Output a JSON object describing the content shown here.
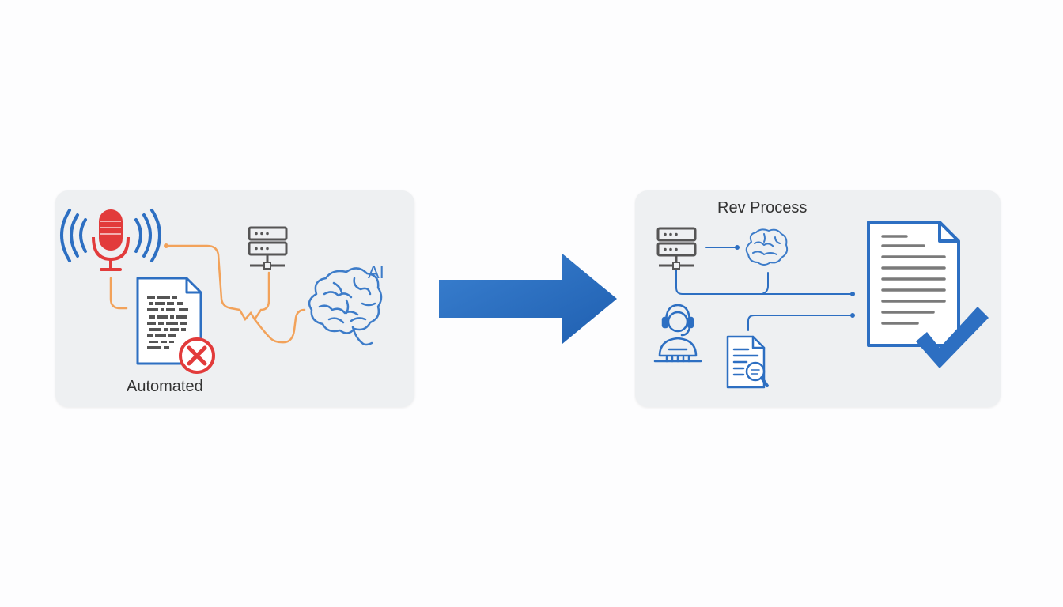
{
  "left_panel": {
    "label": "Automated",
    "ai_label": "AI",
    "icons": [
      "microphone-icon",
      "server-icon",
      "brain-icon",
      "garbled-document-icon",
      "error-x-icon"
    ]
  },
  "right_panel": {
    "title": "Rev Process",
    "icons": [
      "server-icon",
      "brain-icon",
      "human-transcriber-icon",
      "document-search-icon",
      "verified-document-icon",
      "checkmark-icon"
    ]
  },
  "colors": {
    "panel_bg": "#eef0f2",
    "accent_blue": "#2d6fc2",
    "mic_red": "#e23b3b",
    "wire_orange": "#f2a25a",
    "icon_gray": "#555555"
  }
}
